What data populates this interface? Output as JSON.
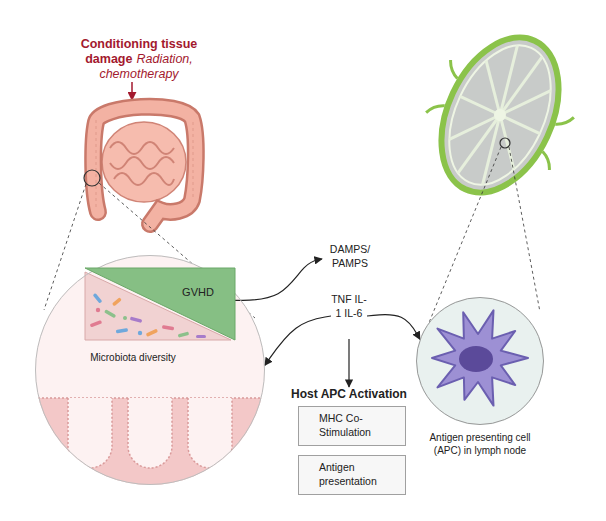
{
  "diagram": {
    "nodes": [
      {
        "text": [
          "Microbiota diversity"
        ]
      },
      {
        "text": [
          "GVHD"
        ],
        "in": 0
      },
      {
        "text": [
          "DAMPS/ PAMPS"
        ]
      },
      {
        "text": [
          "TNF IL-1 IL-6"
        ]
      },
      {
        "text": [
          "Host APC Activation"
        ]
      },
      {
        "text": [
          "MHC Co- Stimulation"
        ]
      },
      {
        "text": [
          "Antigen presentation"
        ]
      },
      {
        "text": [
          "Antigen presenting cell (APC) in lymph node"
        ]
      }
    ],
    "edges": [
      {
        "from": 1,
        "to": 2,
        "arrow": "to"
      },
      {
        "from": 3,
        "to": 7,
        "arrow": "to"
      },
      {
        "from": 3,
        "to": 0,
        "arrow": "to"
      },
      {
        "from": 3,
        "to": 4,
        "arrow": "to"
      }
    ],
    "labels": [
      "Conditioning tissue damage",
      "Radiation, chemotherapy"
    ]
  }
}
